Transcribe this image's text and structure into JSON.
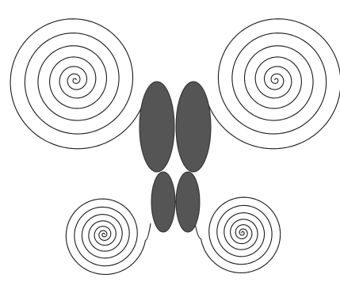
{
  "colors": {
    "background": "#ffffff",
    "spiral_stroke": "#1a1a1a",
    "body_fill": "#555555",
    "body_stroke": "#2e2e2e"
  },
  "diagram": {
    "spirals": [
      {
        "name": "spiral-top-left",
        "direction": "clockwise"
      },
      {
        "name": "spiral-top-right",
        "direction": "counterclockwise"
      },
      {
        "name": "spiral-bottom-left",
        "direction": "clockwise"
      },
      {
        "name": "spiral-bottom-right",
        "direction": "counterclockwise"
      }
    ],
    "central_bodies": [
      {
        "name": "upper-left-ellipse"
      },
      {
        "name": "upper-right-ellipse"
      },
      {
        "name": "lower-left-ellipse"
      },
      {
        "name": "lower-right-ellipse"
      }
    ]
  }
}
